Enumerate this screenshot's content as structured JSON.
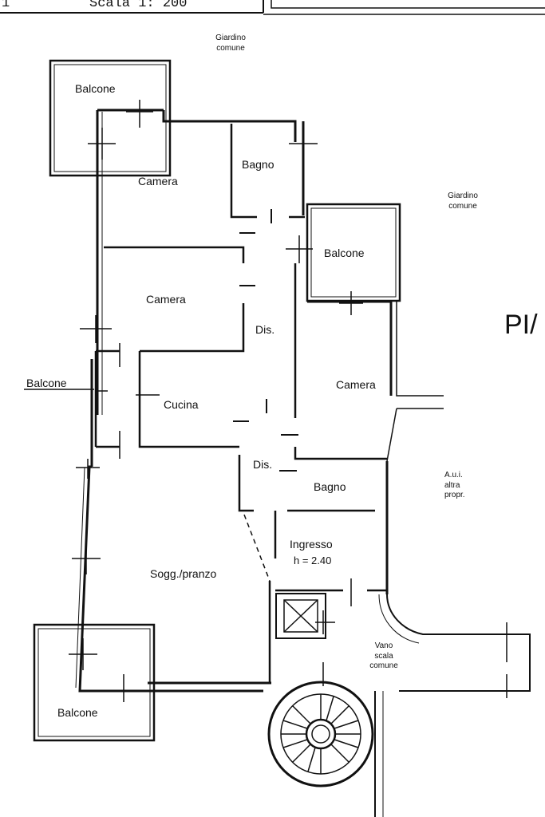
{
  "header": {
    "left_fragment": "1",
    "scale": "Scala 1: 200"
  },
  "side_title_fragment": "PI/",
  "rooms": {
    "giardino_top": "Giardino comune",
    "giardino_right": "Giardino comune",
    "balcone_top_left": "Balcone",
    "camera_top": "Camera",
    "bagno_top": "Bagno",
    "balcone_right": "Balcone",
    "camera_mid": "Camera",
    "dis_upper": "Dis.",
    "camera_right": "Camera",
    "balcone_left": "Balcone",
    "cucina": "Cucina",
    "dis_lower": "Dis.",
    "bagno_lower": "Bagno",
    "aui": "A.u.i. altra propr.",
    "ingresso": "Ingresso",
    "ingresso_height": "h = 2.40",
    "soggiorno": "Sogg./pranzo",
    "vano_scala": "Vano scala comune",
    "balcone_bottom_left": "Balcone"
  }
}
